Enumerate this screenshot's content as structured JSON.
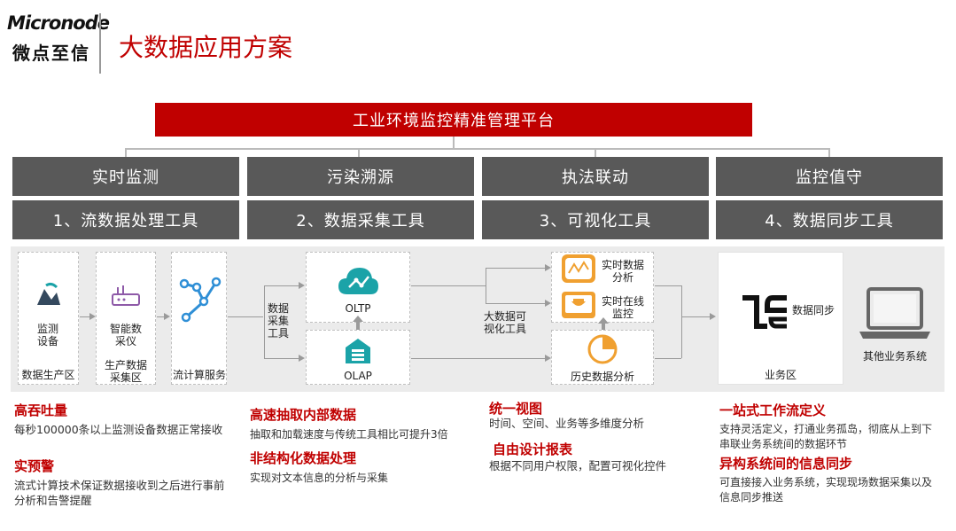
{
  "header": {
    "logo_en": "Micronode",
    "logo_cn": "微点至信",
    "title": "大数据应用方案"
  },
  "platform": {
    "label": "工业环境监控精准管理平台"
  },
  "columns": [
    {
      "category": "实时监测",
      "tool": "1、流数据处理工具"
    },
    {
      "category": "污染溯源",
      "tool": "2、数据采集工具"
    },
    {
      "category": "执法联动",
      "tool": "3、可视化工具"
    },
    {
      "category": "监控值守",
      "tool": "4、数据同步工具"
    }
  ],
  "flow": {
    "producer": {
      "icon_label": "监测\n设备",
      "zone": "数据生产区"
    },
    "collector": {
      "icon_label": "智能数\n采仪",
      "zone": "生产数据\n采集区"
    },
    "stream": {
      "zone": "流计算服务"
    },
    "ingest_label": "数据\n采集\n工具",
    "oltp": "OLTP",
    "olap": "OLAP",
    "viz_label": "大数据可\n视化工具",
    "realtime_analysis": "实时数据\n分析",
    "online_monitor": "实时在线\n监控",
    "history_analysis": "历史数据分析",
    "sync_label": "数据同步",
    "business_zone": "业务区",
    "other_systems": "其他业务系统"
  },
  "features": [
    {
      "items": [
        {
          "heading": "高吞吐量",
          "text": "每秒100000条以上监测设备数据正常接收"
        },
        {
          "heading": "实预警",
          "text": "流式计算技术保证数据接收到之后进行事前分析和告警提醒"
        }
      ]
    },
    {
      "items": [
        {
          "heading": "高速抽取内部数据",
          "text": "抽取和加载速度与传统工具相比可提升3倍"
        },
        {
          "heading": "非结构化数据处理",
          "text": "实现对文本信息的分析与采集"
        }
      ]
    },
    {
      "items": [
        {
          "heading": "统一视图",
          "text": "时间、空间、业务等多维度分析"
        },
        {
          "heading": "自由设计报表",
          "text": "根据不同用户权限，配置可视化控件"
        }
      ]
    },
    {
      "items": [
        {
          "heading": "一站式工作流定义",
          "text": "支持灵活定义，打通业务孤岛，彻底从上到下串联业务系统间的数据环节"
        },
        {
          "heading": "异构系统间的信息同步",
          "text": "可直接接入业务系统，实现现场数据采集以及信息同步推送"
        }
      ]
    }
  ],
  "colors": {
    "accent": "#c00000",
    "box": "#595959",
    "icon_teal": "#1ba3a8",
    "icon_blue": "#2f8fd6",
    "icon_orange": "#f0a030",
    "icon_purple": "#8e5aa8"
  }
}
